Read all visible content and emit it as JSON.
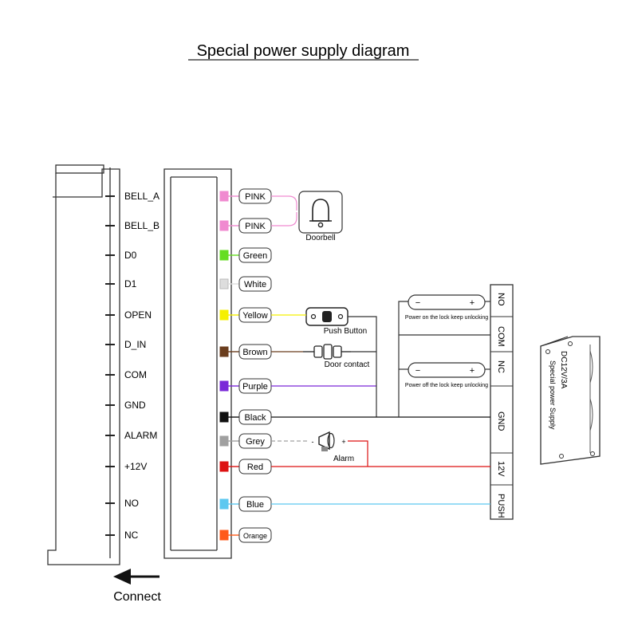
{
  "title": "Special power supply diagram",
  "pins": [
    "BELL_A",
    "BELL_B",
    "D0",
    "D1",
    "OPEN",
    "D_IN",
    "COM",
    "GND",
    "ALARM",
    "+12V",
    "NO",
    "NC"
  ],
  "wires": [
    {
      "label": "PINK",
      "color": "#f08ad0"
    },
    {
      "label": "PINK",
      "color": "#f08ad0"
    },
    {
      "label": "Green",
      "color": "#66dd22"
    },
    {
      "label": "White",
      "color": "#dddddd"
    },
    {
      "label": "Yellow",
      "color": "#f5f000"
    },
    {
      "label": "Brown",
      "color": "#6b3e1e"
    },
    {
      "label": "Purple",
      "color": "#7a28d8"
    },
    {
      "label": "Black",
      "color": "#111111"
    },
    {
      "label": "Grey",
      "color": "#a0a0a0"
    },
    {
      "label": "Red",
      "color": "#dd1111"
    },
    {
      "label": "Blue",
      "color": "#5cc8f0"
    },
    {
      "label": "Orange",
      "color": "#ff5a1a"
    }
  ],
  "devices": {
    "doorbell": "Doorbell",
    "push_button": "Push Button",
    "door_contact": "Door contact",
    "alarm": "Alarm",
    "lock_no_note": "Power on the lock keep unlocking",
    "lock_nc_note": "Power off the lock keep unlocking",
    "minus": "−",
    "plus": "+",
    "alarm_minus": "-",
    "alarm_plus": "+"
  },
  "terminals": [
    "NO",
    "COM",
    "NC",
    "GND",
    "12V",
    "PUSH"
  ],
  "power_supply": {
    "line1": "DC12V/3A",
    "line2": "Special power Supply"
  },
  "connect_label": "Connect"
}
